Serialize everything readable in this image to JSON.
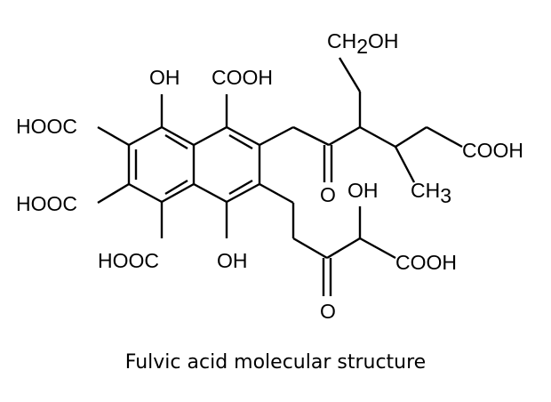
{
  "molecule": {
    "labels": {
      "ch2oh_main": "CH",
      "ch2oh_sub": "2",
      "ch2oh_tail": "OH",
      "oh_top": "OH",
      "cooh_top": "COOH",
      "hooc_upper_left": "HOOC",
      "hooc_lower_left": "HOOC",
      "cooh_right_upper": "COOH",
      "ch3_main": "CH",
      "ch3_sub": "3",
      "oh_mid": "OH",
      "o_mid": "O",
      "hooc_bottom": "HOOC",
      "oh_bottom": "OH",
      "cooh_right_lower": "COOH",
      "o_bottom": "O"
    }
  },
  "caption": "Fulvic acid molecular structure"
}
